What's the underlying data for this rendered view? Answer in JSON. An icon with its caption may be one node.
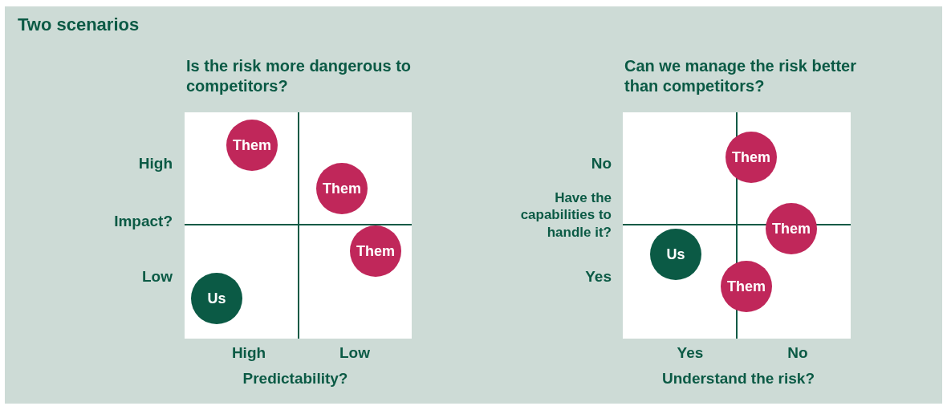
{
  "diagram": {
    "title": "Two scenarios",
    "nodes": [
      {
        "text": [],
        "shape": "box"
      },
      {
        "text": [
          "Them"
        ],
        "in": 0
      },
      {
        "text": [
          "Them"
        ],
        "in": 0
      },
      {
        "text": [
          "Them"
        ],
        "in": 0
      },
      {
        "text": [
          "Us"
        ],
        "in": 0
      },
      {
        "text": [],
        "shape": "box"
      },
      {
        "text": [
          "Them"
        ],
        "in": 5
      },
      {
        "text": [
          "Them"
        ],
        "in": 5
      },
      {
        "text": [
          "Us"
        ],
        "in": 5
      },
      {
        "text": [
          "Them"
        ],
        "in": 5
      }
    ],
    "labels": [
      "Is the risk more dangerous to competitors?",
      "Can we manage the risk better than competitors?",
      "High",
      "No",
      "Impact?",
      "Have the capabilities to handle it?",
      "Low",
      "Yes",
      "High",
      "Low",
      "Yes",
      "No",
      "Predictability?",
      "Understand the risk?"
    ]
  }
}
